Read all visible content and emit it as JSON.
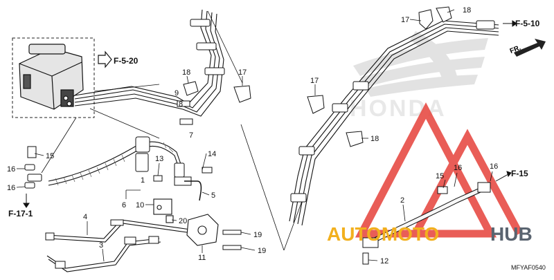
{
  "diagram": {
    "refs": {
      "f_5_20": "F-5-20",
      "f_5_10": "F-5-10",
      "f_15": "F-15",
      "f_17_1": "F-17-1",
      "fr": "FR."
    },
    "watermark_text": "HONDA",
    "logo": {
      "left": "AUTOMOTO",
      "right": "HUB",
      "left_color": "#f2b01e",
      "right_color": "#5a6470",
      "mark_color": "#e74c45"
    },
    "image_code": "MFYAF0540",
    "callouts": [
      {
        "id": "c17a",
        "label": "17"
      },
      {
        "id": "c18a",
        "label": "18"
      },
      {
        "id": "c18b",
        "label": "18"
      },
      {
        "id": "c17b",
        "label": "17"
      },
      {
        "id": "c9",
        "label": "9"
      },
      {
        "id": "c8",
        "label": "8"
      },
      {
        "id": "c7",
        "label": "7"
      },
      {
        "id": "c17c",
        "label": "17"
      },
      {
        "id": "c17d",
        "label": "17"
      },
      {
        "id": "c18c",
        "label": "18"
      },
      {
        "id": "c15a",
        "label": "15"
      },
      {
        "id": "c16a",
        "label": "16"
      },
      {
        "id": "c16b",
        "label": "16"
      },
      {
        "id": "c14",
        "label": "14"
      },
      {
        "id": "c13",
        "label": "13"
      },
      {
        "id": "c1",
        "label": "1"
      },
      {
        "id": "c5",
        "label": "5"
      },
      {
        "id": "c6",
        "label": "6"
      },
      {
        "id": "c10",
        "label": "10"
      },
      {
        "id": "c20",
        "label": "20"
      },
      {
        "id": "c4",
        "label": "4"
      },
      {
        "id": "c3",
        "label": "3"
      },
      {
        "id": "c11",
        "label": "11"
      },
      {
        "id": "c19a",
        "label": "19"
      },
      {
        "id": "c19b",
        "label": "19"
      },
      {
        "id": "c15b",
        "label": "15"
      },
      {
        "id": "c16c",
        "label": "16"
      },
      {
        "id": "c16d",
        "label": "16"
      },
      {
        "id": "c2",
        "label": "2"
      },
      {
        "id": "c12",
        "label": "12"
      }
    ]
  }
}
